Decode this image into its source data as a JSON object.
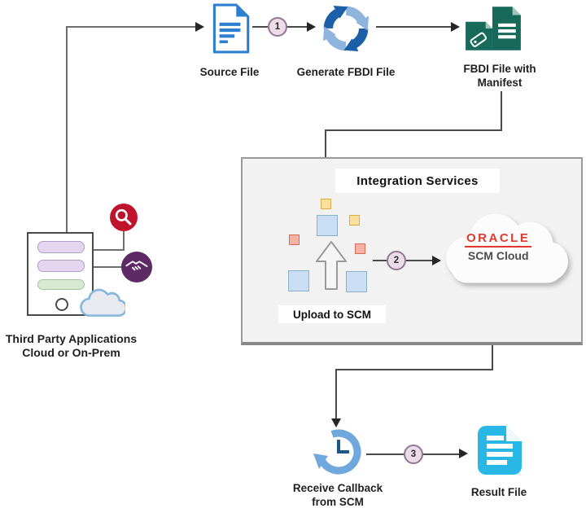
{
  "flow": {
    "steps": [
      {
        "number": "1"
      },
      {
        "number": "2"
      },
      {
        "number": "3"
      }
    ],
    "nodes": {
      "source_file": {
        "label": "Source File"
      },
      "generate_fbdi": {
        "label": "Generate FBDI File"
      },
      "fbdi_manifest": {
        "label_line1": "FBDI File with",
        "label_line2": "Manifest"
      },
      "third_party": {
        "label_line1": "Third Party Applications",
        "label_line2": "Cloud or On-Prem"
      },
      "integration": {
        "title": "Integration Services",
        "upload_label": "Upload to SCM"
      },
      "scm_cloud": {
        "brand": "ORACLE",
        "product": "SCM Cloud"
      },
      "receive_callback": {
        "label_line1": "Receive Callback",
        "label_line2": "from SCM"
      },
      "result_file": {
        "label": "Result File"
      }
    },
    "icons": [
      "source-file-icon",
      "generate-fbdi-icon",
      "fbdi-manifest-icon",
      "server-icon",
      "search-icon",
      "handshake-icon",
      "cloud-icon",
      "upload-arrow-icon",
      "oracle-cloud-icon",
      "clock-history-icon",
      "result-file-icon"
    ],
    "colors": {
      "flow_line": "#4a4a4a",
      "step_fill": "#ecdcea",
      "step_border": "#8f7793",
      "source_blue": "#2f7fd0",
      "fbdi_green": "#17695a",
      "result_cyan": "#29b8e5",
      "search_red": "#c0122d",
      "handshake_purple": "#5e2a66",
      "oracle_red": "#e03a2f",
      "history_blue": "#6fa8dc",
      "box_bg": "#f2f2f2",
      "box_border": "#9a9a9a"
    }
  }
}
